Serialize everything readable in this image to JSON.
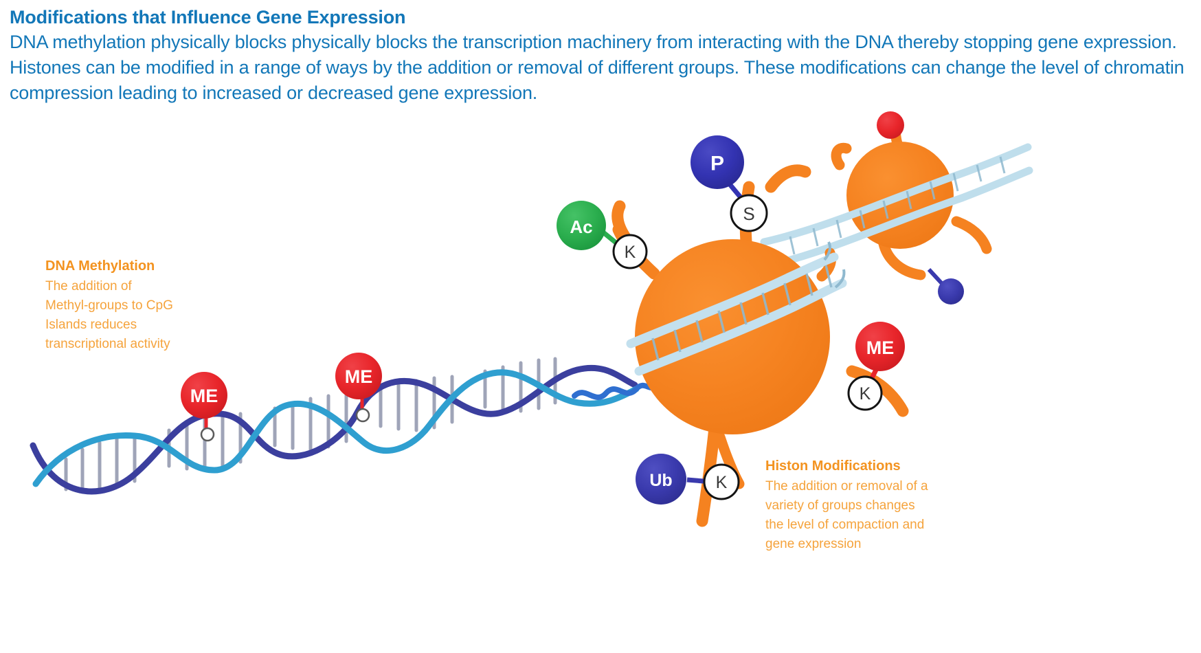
{
  "header": {
    "title": "Modifications that Influence Gene Expression",
    "body": "DNA methylation physically blocks physically blocks the transcription machinery from interacting with the DNA thereby stopping gene expression. Histones can be modified in a range of ways by the addition or removal of different groups. These modifications can change the level of chromatin compression leading to increased or decreased gene expression."
  },
  "callouts": {
    "methylation": {
      "title": "DNA Methylation",
      "body": "The addition of\nMethyl-groups to CpG\nIslands reduces\ntranscriptional activity"
    },
    "histone": {
      "title": "Histon Modifications",
      "body": "The addition or removal of a\nvariety of groups changes\nthe level of compaction and\ngene expression"
    }
  },
  "badges": {
    "me_left": "ME",
    "me_mid": "ME",
    "me_right": "ME",
    "ac": "Ac",
    "p": "P",
    "ub": "Ub",
    "k_ac": "K",
    "k_me": "K",
    "k_ub": "K",
    "s_phos": "S"
  },
  "colors": {
    "header_blue": "#1277b8",
    "callout_orange_title": "#f39320",
    "callout_orange_body": "#f5a33c",
    "nucleosome_orange": "#f58220",
    "methyl_red": "#e8252a",
    "acetyl_green": "#2bae4e",
    "phospho_blue": "#3333b2",
    "ubiquitin_blue": "#3a3aad",
    "dna_strand_dark": "#3b3f9e",
    "dna_strand_light": "#2f9fd0",
    "dna_rung_grey": "#9aa0b5",
    "residue_ring": "#1a1a1a",
    "residue_fill": "#ffffff",
    "background": "#ffffff"
  }
}
